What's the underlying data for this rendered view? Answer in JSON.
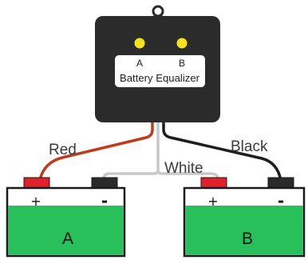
{
  "device": {
    "name": "Battery Equalizer",
    "led_a_label": "A",
    "led_b_label": "B",
    "led_color": "#f4e21c",
    "body_color": "#2b2b2b"
  },
  "wires": {
    "red_label": "Red",
    "white_label": "White",
    "black_label": "Black",
    "red_color": "#c23a1c",
    "white_color": "#c8c8c8",
    "black_color": "#1e1e1e"
  },
  "batteries": [
    {
      "name": "A",
      "plus_sign": "+",
      "minus_sign": "-"
    },
    {
      "name": "B",
      "plus_sign": "+",
      "minus_sign": "-"
    }
  ],
  "colors": {
    "battery_fill": "#27c05a",
    "battery_border": "#1b1b1b",
    "positive_terminal": "#e0202a",
    "negative_terminal": "#2a2a2a"
  }
}
